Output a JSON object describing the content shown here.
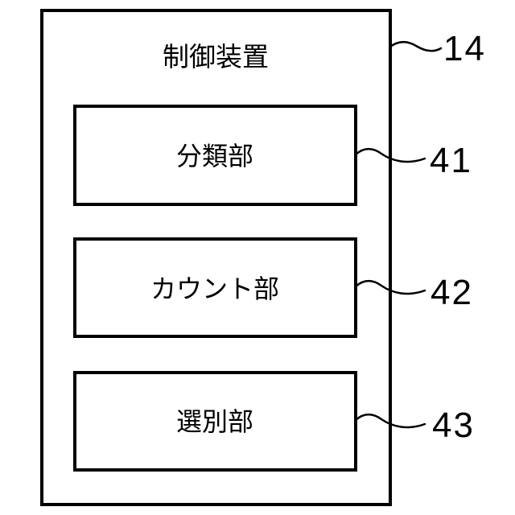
{
  "figure": {
    "device": {
      "label": "制御装置",
      "ref": "14"
    },
    "blocks": [
      {
        "label": "分類部",
        "ref": "41"
      },
      {
        "label": "カウント部",
        "ref": "42"
      },
      {
        "label": "選別部",
        "ref": "43"
      }
    ],
    "colors": {
      "line": "#000000",
      "background": "#ffffff"
    }
  }
}
